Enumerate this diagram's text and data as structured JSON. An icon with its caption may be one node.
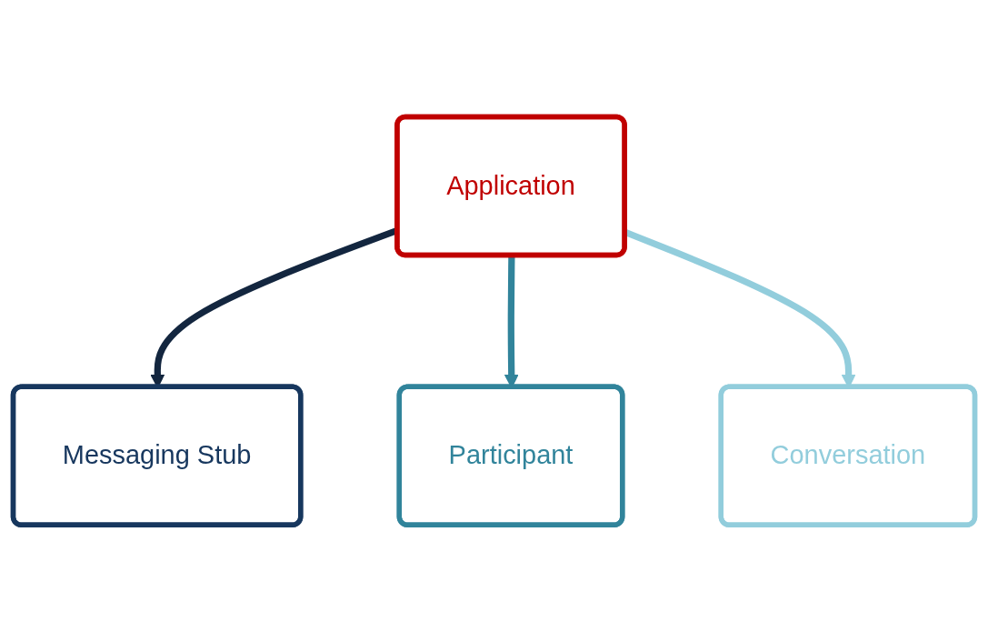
{
  "diagram": {
    "nodes": [
      {
        "text": [
          "Application"
        ]
      },
      {
        "text": [
          "Conversation"
        ]
      },
      {
        "text": [
          "Participant"
        ]
      },
      {
        "text": [
          "Messaging Stub"
        ]
      }
    ],
    "edges": [
      {
        "from": 0,
        "to": 3,
        "arrow": "to",
        "color": "#13263f"
      },
      {
        "from": 0,
        "to": 2,
        "arrow": "to",
        "color": "#31849b"
      },
      {
        "from": 0,
        "to": 1,
        "arrow": "to",
        "color": "#92cddc"
      }
    ]
  }
}
